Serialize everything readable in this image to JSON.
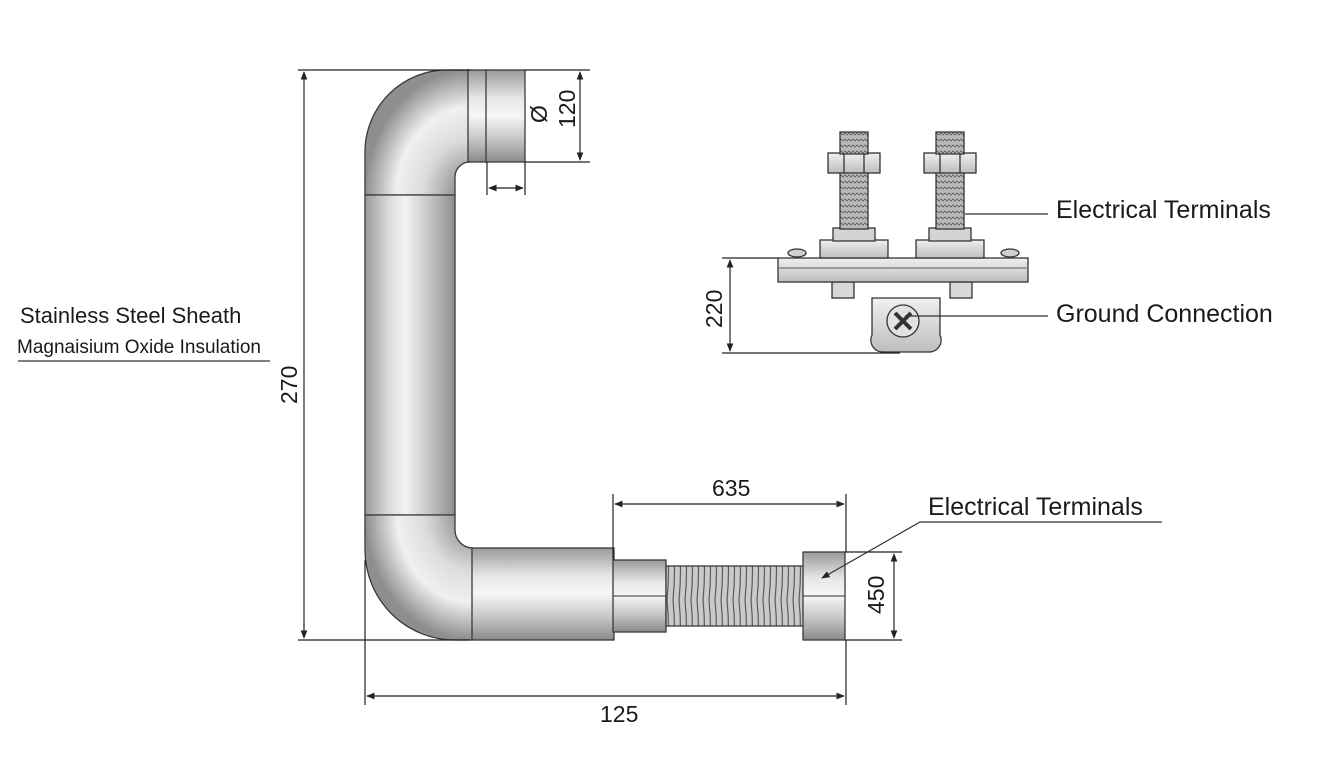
{
  "labels": {
    "stainless_sheath": "Stainless Steel Sheath",
    "insulation": "Magnaisium Oxide Insulation",
    "electrical_terminals_top": "Electrical Terminals",
    "ground_connection": "Ground Connection",
    "electrical_terminals_bottom": "Electrical Terminals"
  },
  "dimensions": {
    "overall_height": "270",
    "outlet_diameter": "120",
    "diameter_symbol": "Ø",
    "bracket_height": "220",
    "bellows_length": "635",
    "end_fitting_height": "450",
    "overall_width": "125"
  },
  "colors": {
    "line": "#222222",
    "metal_light": "#f2f2f2",
    "metal_mid": "#c4c4c4",
    "metal_dark": "#8a8a8a"
  }
}
